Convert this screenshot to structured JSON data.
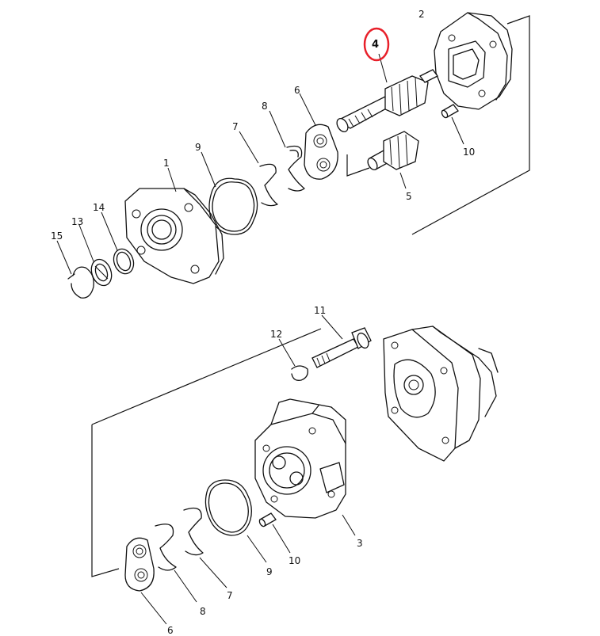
{
  "callouts": {
    "c1": "1",
    "c2": "2",
    "c3": "3",
    "c4": "4",
    "c5": "5",
    "c6_top": "6",
    "c6_bottom": "6",
    "c7_top": "7",
    "c7_bottom": "7",
    "c8_top": "8",
    "c8_bottom": "8",
    "c9_top": "9",
    "c9_bottom": "9",
    "c10_top": "10",
    "c10_bottom": "10",
    "c11": "11",
    "c12": "12",
    "c13": "13",
    "c14": "14",
    "c15": "15"
  },
  "highlight_color": "#e8202a"
}
